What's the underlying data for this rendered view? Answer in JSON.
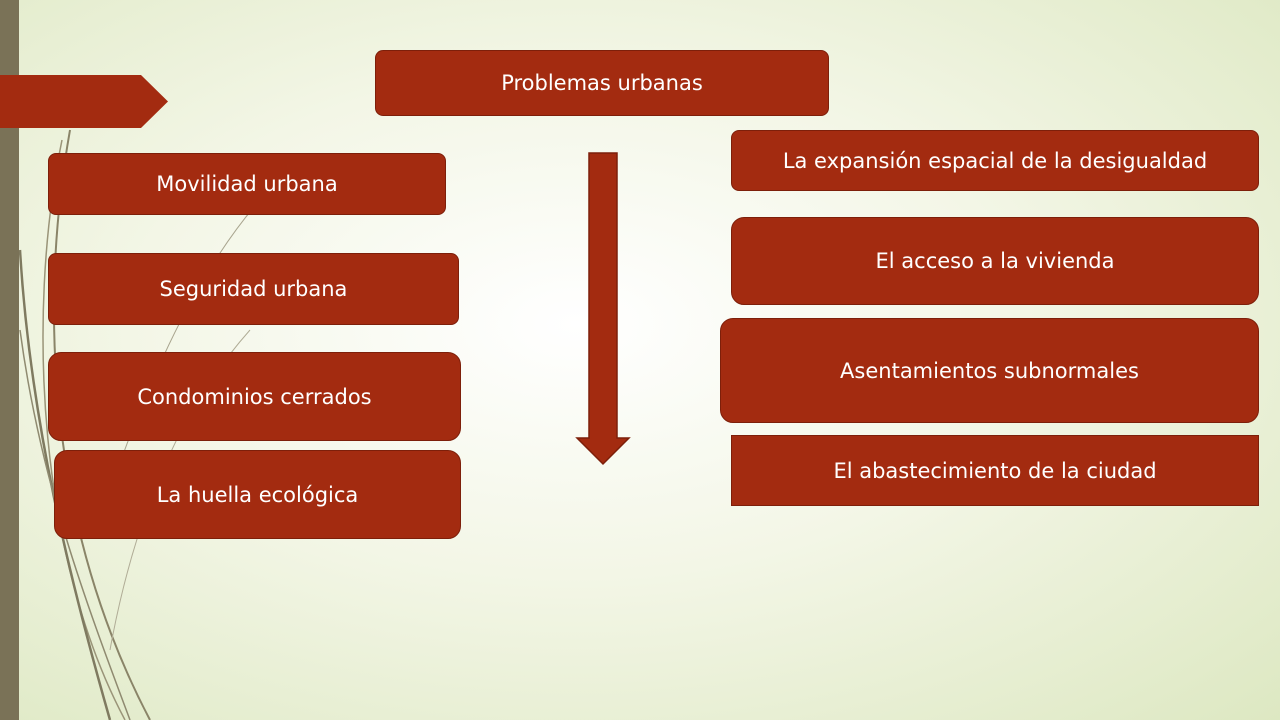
{
  "diagram": {
    "title": "Problemas urbanas",
    "left_items": [
      {
        "label": "Movilidad urbana"
      },
      {
        "label": "Seguridad urbana"
      },
      {
        "label": "Condominios cerrados"
      },
      {
        "label": "La huella ecológica"
      }
    ],
    "right_items": [
      {
        "label": "La expansión espacial de la desigualdad"
      },
      {
        "label": "El acceso a la vivienda"
      },
      {
        "label": "Asentamientos subnormales"
      },
      {
        "label": "El abastecimiento de la ciudad"
      }
    ],
    "colors": {
      "box_fill": "#a32b10",
      "box_border": "#7d1f0a",
      "text": "#ffffff",
      "side_band": "#7a7257",
      "background": "#eef3dc"
    }
  }
}
